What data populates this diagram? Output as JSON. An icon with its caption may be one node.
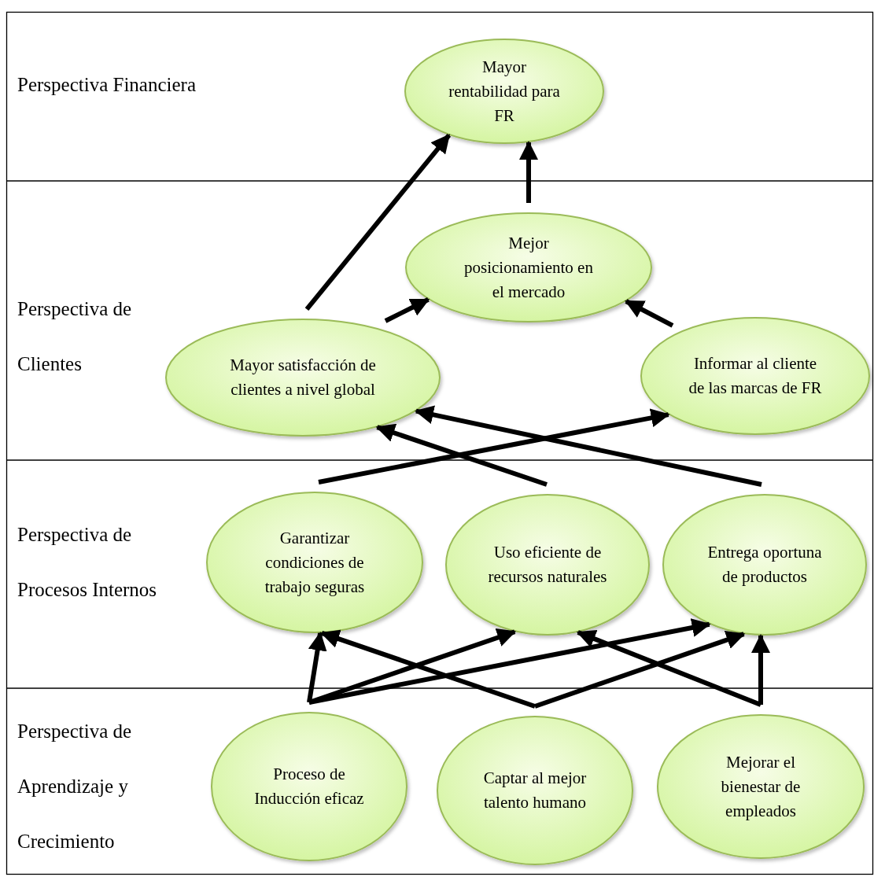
{
  "diagram": {
    "nodes": [
      {
        "text": [
          "Mayor rentabilidad para FR"
        ]
      },
      {
        "text": [
          "Mejor posicionamiento en el mercado"
        ]
      },
      {
        "text": [
          "Mayor satisfacción de clientes a nivel global"
        ]
      },
      {
        "text": [
          "Informar al cliente de las marcas de FR"
        ]
      },
      {
        "text": [
          "Garantizar condiciones de trabajo seguras"
        ]
      },
      {
        "text": [
          "Uso eficiente de recursos naturales"
        ]
      },
      {
        "text": [
          "Entrega oportuna de productos"
        ]
      },
      {
        "text": [
          "Proceso de Inducción eficaz"
        ]
      },
      {
        "text": [
          "Captar al mejor talento humano"
        ]
      },
      {
        "text": [
          "Mejorar el bienestar de empleados"
        ]
      }
    ],
    "edges": [
      {
        "from": 2,
        "to": 0,
        "arrow": "to"
      },
      {
        "from": 1,
        "to": 0,
        "arrow": "to"
      },
      {
        "from": 2,
        "to": 1,
        "arrow": "to"
      },
      {
        "from": 3,
        "to": 1,
        "arrow": "to"
      },
      {
        "from": 4,
        "to": 3,
        "arrow": "to"
      },
      {
        "from": 5,
        "to": 2,
        "arrow": "to"
      },
      {
        "from": 6,
        "to": 2,
        "arrow": "to"
      },
      {
        "from": 7,
        "to": 4,
        "arrow": "to"
      },
      {
        "from": 7,
        "to": 5,
        "arrow": "to"
      },
      {
        "from": 7,
        "to": 6,
        "arrow": "to"
      },
      {
        "from": 8,
        "to": 4,
        "arrow": "to"
      },
      {
        "from": 8,
        "to": 6,
        "arrow": "to"
      },
      {
        "from": 9,
        "to": 5,
        "arrow": "to"
      },
      {
        "from": 9,
        "to": 6,
        "arrow": "to"
      }
    ],
    "labels": [
      "Perspectiva Financiera",
      "Perspectiva de Clientes",
      "Perspectiva de Procesos Internos",
      "Perspectiva de Aprendizaje y Crecimiento"
    ]
  }
}
